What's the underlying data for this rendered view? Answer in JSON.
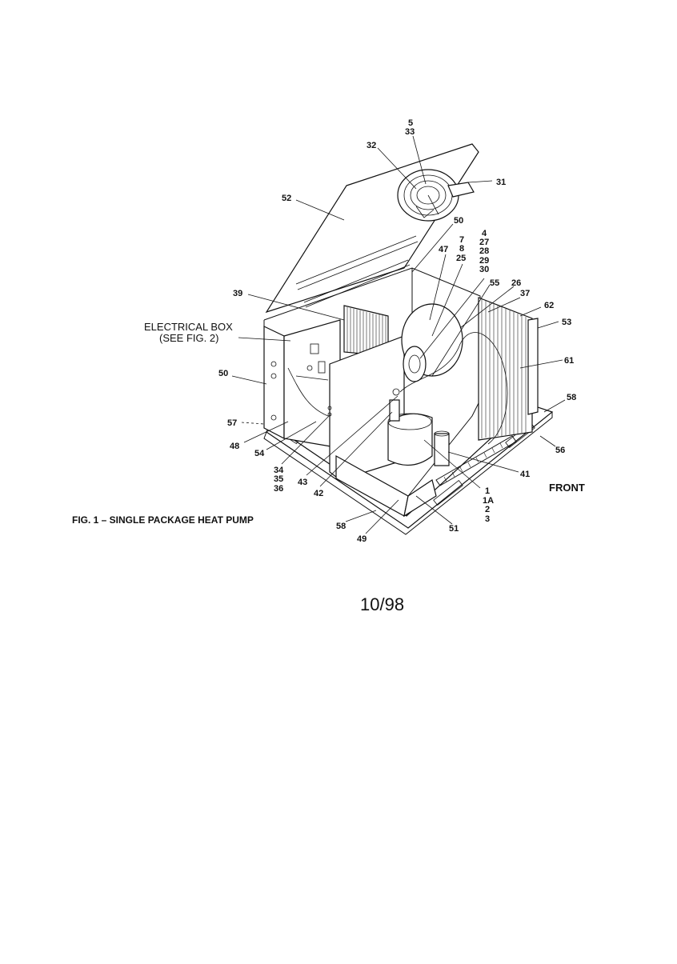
{
  "figure": {
    "caption": "FIG. 1 – SINGLE PACKAGE HEAT PUMP",
    "front_label": "FRONT",
    "electrical_box_label": {
      "line1": "ELECTRICAL BOX",
      "line2": "(SEE FIG. 2)"
    },
    "callouts": {
      "c5_33": [
        "5",
        "33"
      ],
      "c32": "32",
      "c31": "31",
      "c52": "52",
      "c50_top": "50",
      "c47": "47",
      "c7_8_25": [
        "7",
        "8",
        "25"
      ],
      "c4_30": [
        "4",
        "27",
        "28",
        "29",
        "30"
      ],
      "c55": "55",
      "c26": "26",
      "c37": "37",
      "c62": "62",
      "c53": "53",
      "c39": "39",
      "c61": "61",
      "c50_left": "50",
      "c58_right": "58",
      "c57": "57",
      "c48": "48",
      "c54": "54",
      "c56": "56",
      "c34_36": [
        "34",
        "35",
        "36"
      ],
      "c43": "43",
      "c42": "42",
      "c41": "41",
      "c1_3": [
        "1",
        "1A",
        "2",
        "3"
      ],
      "c58_bottom": "58",
      "c49": "49",
      "c51": "51"
    }
  },
  "footer": {
    "date": "10/98"
  }
}
